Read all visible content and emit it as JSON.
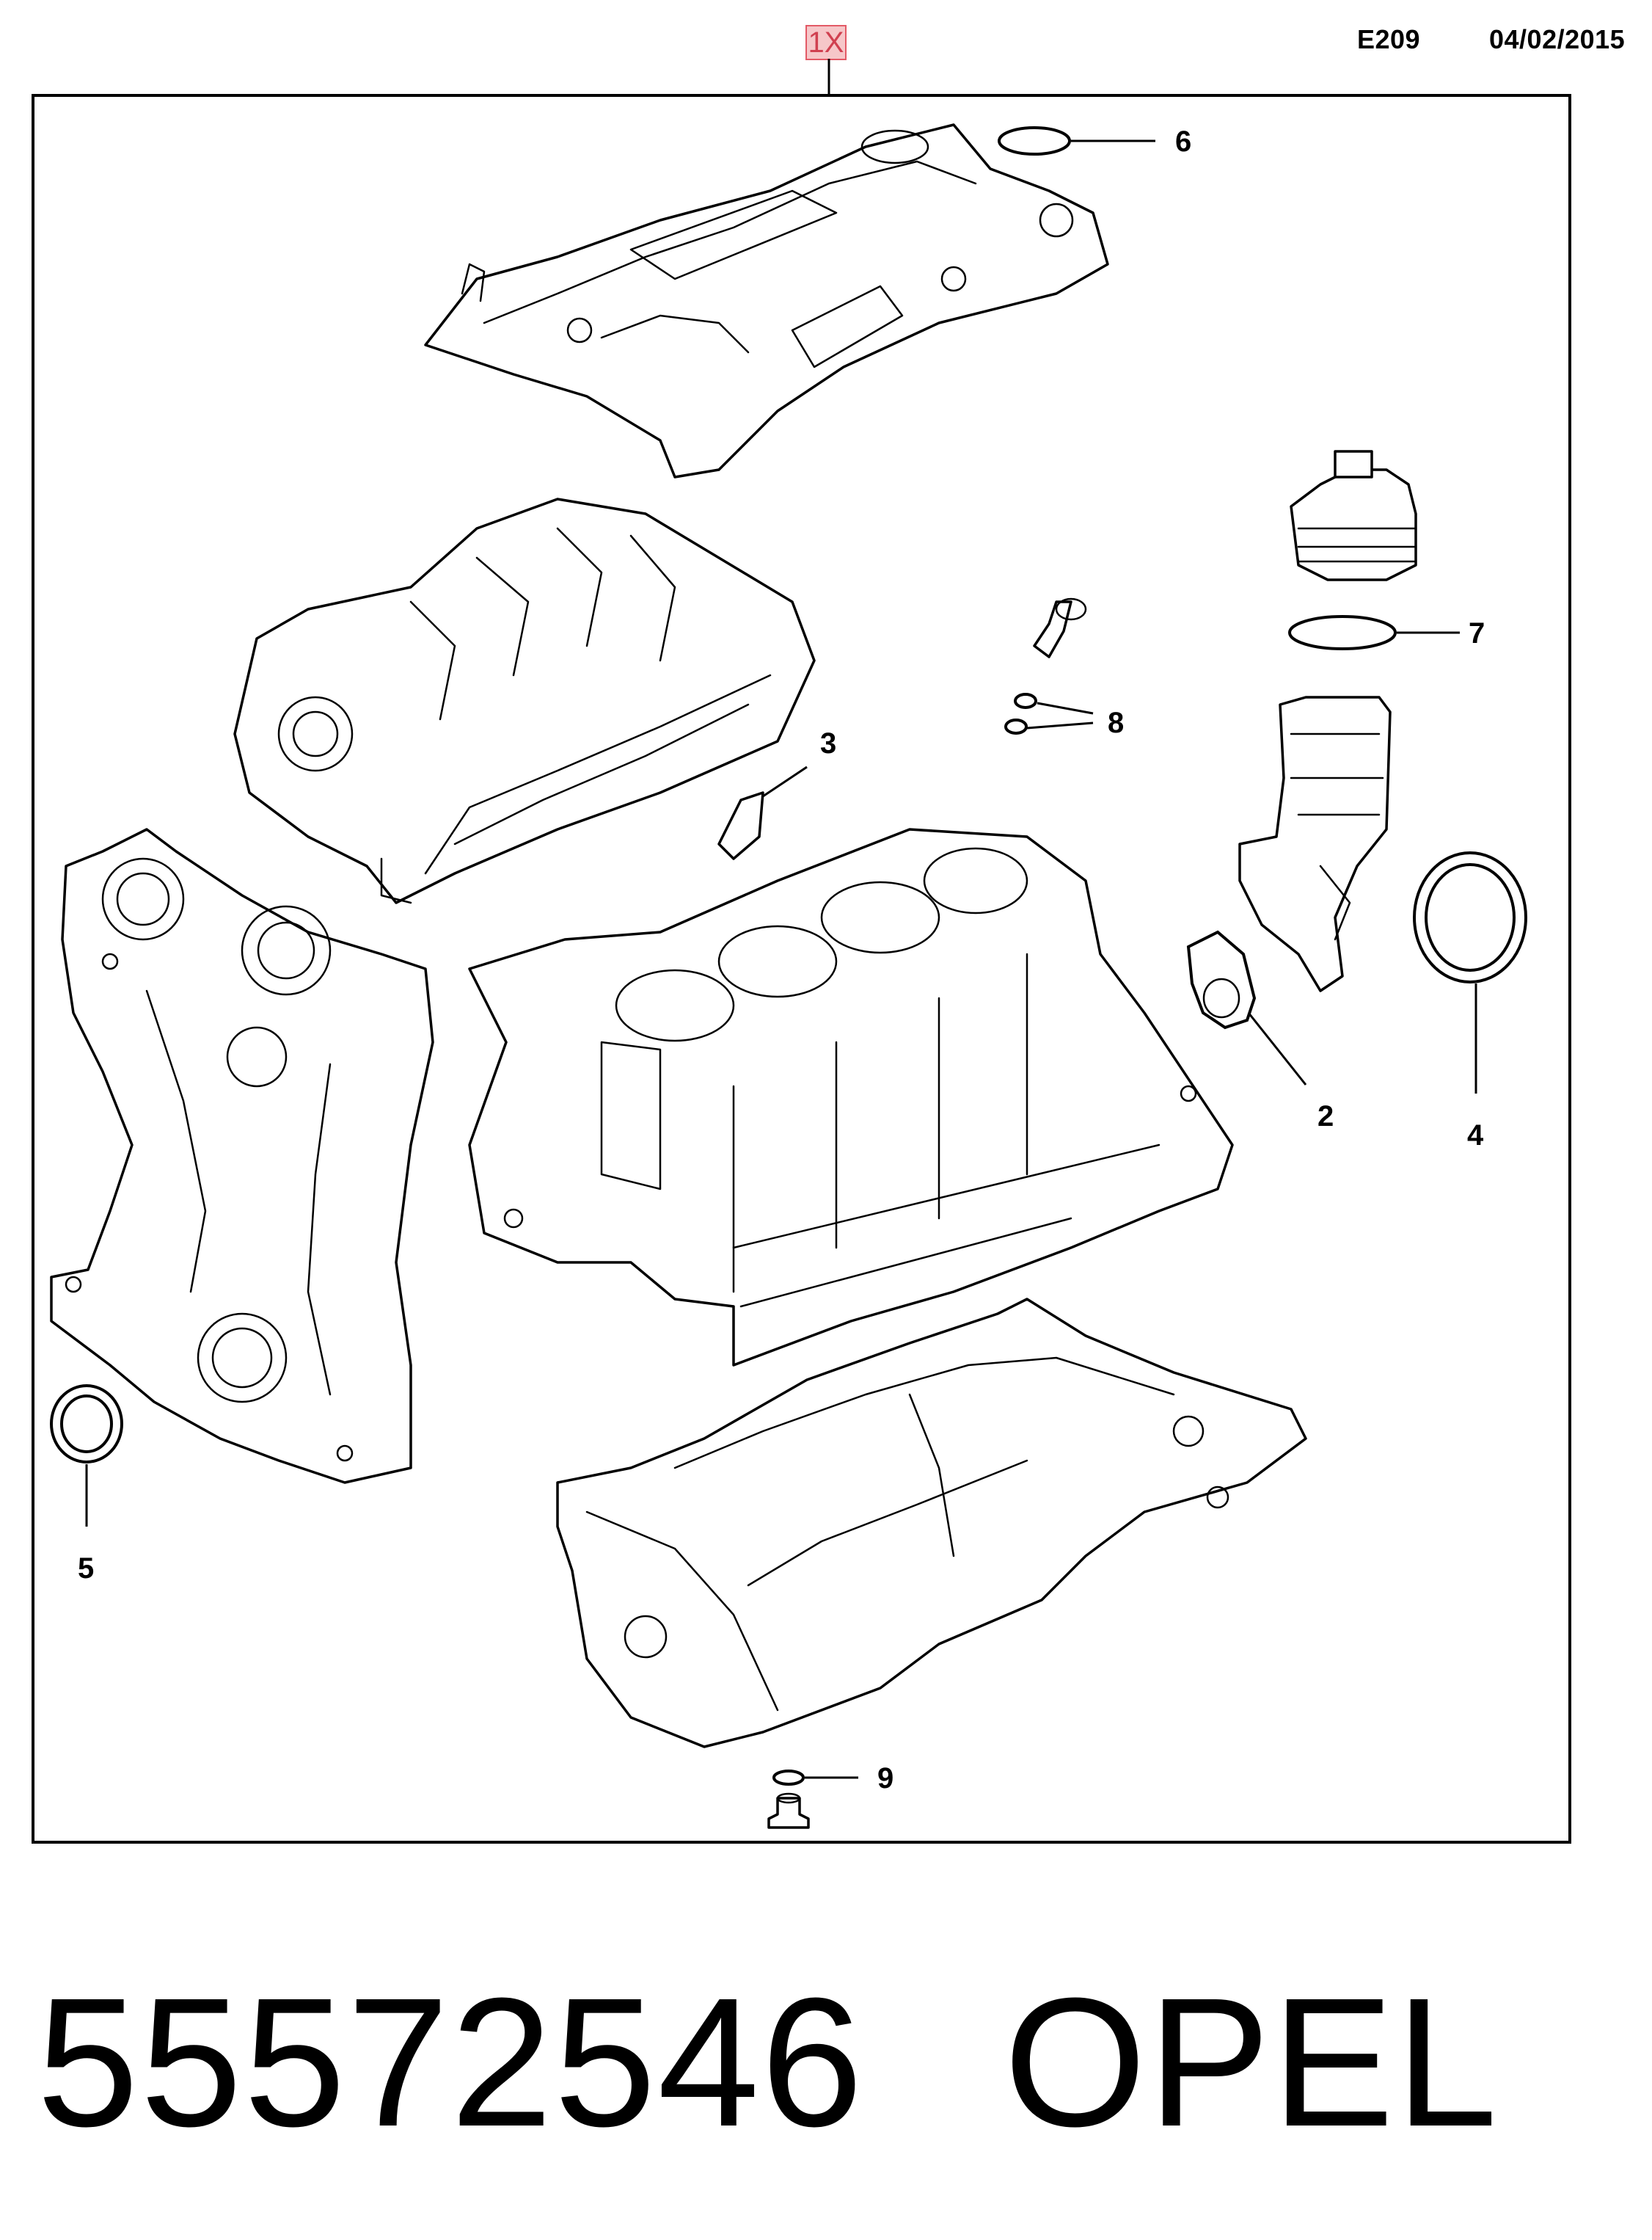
{
  "header": {
    "quantity_badge": "1X",
    "diagram_code": "E209",
    "date": "04/02/2015"
  },
  "callouts": [
    "2",
    "3",
    "4",
    "5",
    "6",
    "7",
    "8",
    "9"
  ],
  "caption": {
    "part_number": "55572546",
    "brand": "OPEL"
  },
  "colors": {
    "badge_fill": "#f6c7c9",
    "badge_border": "#e35a66",
    "line": "#000000"
  }
}
